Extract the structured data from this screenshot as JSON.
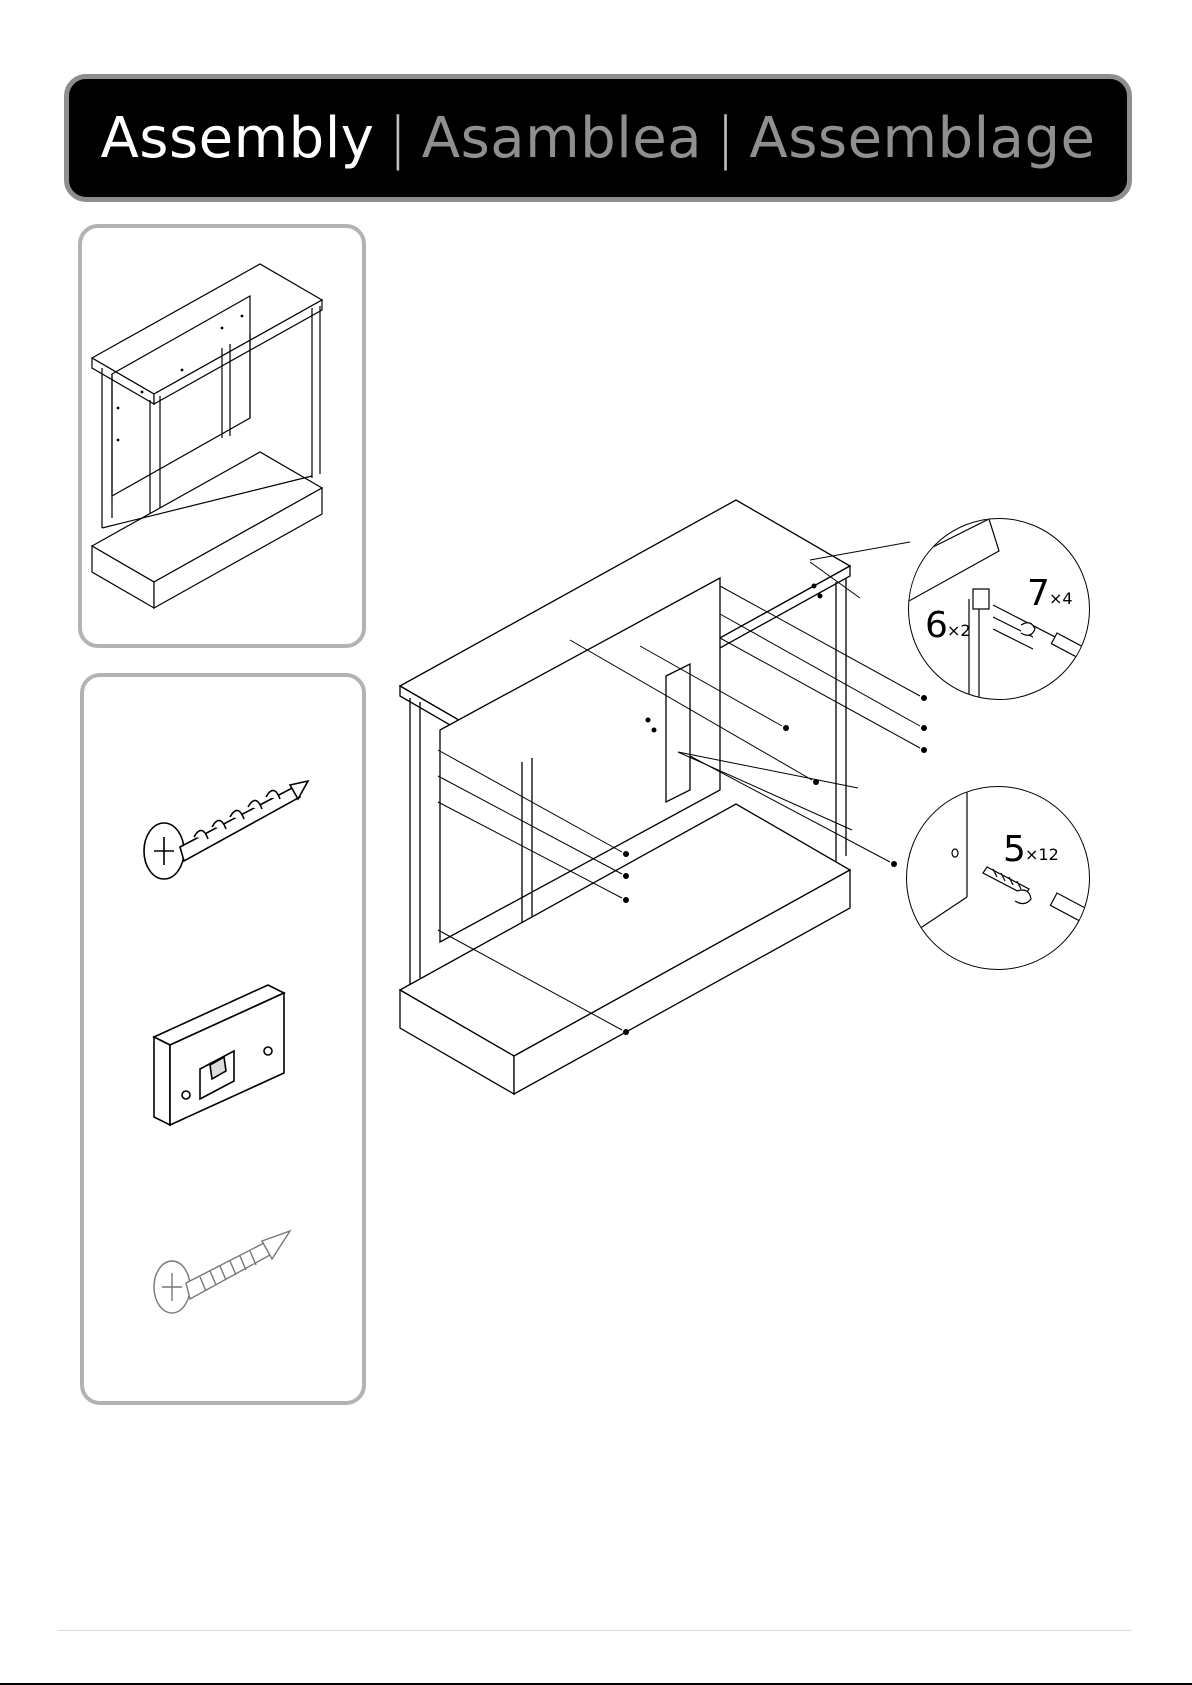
{
  "header": {
    "title_en": "Assembly",
    "title_es": "Asamblea",
    "title_fr": "Assemblage",
    "separator": "|"
  },
  "parts": [
    {
      "name": "cam-dowel-screw-icon"
    },
    {
      "name": "bracket-plate-icon"
    },
    {
      "name": "wood-screw-icon"
    }
  ],
  "callouts": {
    "top": {
      "part_a_num": "7",
      "part_a_qty": "×4",
      "part_b_num": "6",
      "part_b_qty": "×2"
    },
    "bottom": {
      "part_num": "5",
      "part_qty": "×12"
    }
  },
  "colors": {
    "header_bg": "#000000",
    "accent_gray": "#8f8f8f",
    "panel_border": "#b3b3b3"
  }
}
